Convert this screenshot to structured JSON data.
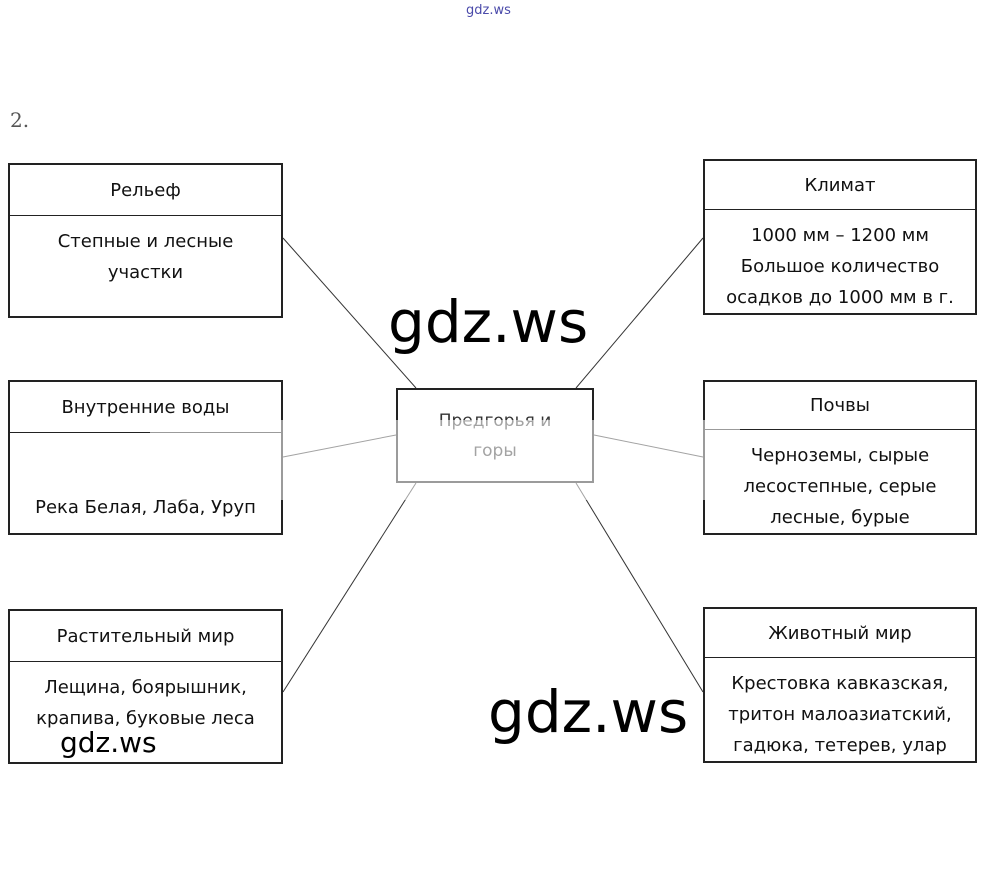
{
  "watermark_top": "gdz.ws",
  "task_number": "2.",
  "center": {
    "line1": "Предгорья и",
    "line2": "горы"
  },
  "boxes": {
    "relief": {
      "title": "Рельеф",
      "lines": [
        "Степные и лесные",
        "участки"
      ]
    },
    "climate": {
      "title": "Климат",
      "lines": [
        "1000 мм – 1200 мм",
        "Большое количество",
        "осадков до 1000 мм в г."
      ]
    },
    "waters": {
      "title": "Внутренние воды",
      "lines": [
        "Река Белая, Лаба, Уруп"
      ]
    },
    "soils": {
      "title": "Почвы",
      "lines": [
        "Черноземы, сырые",
        "лесостепные, серые",
        "лесные, бурые"
      ]
    },
    "plants": {
      "title": "Растительный мир",
      "lines": [
        "Лещина, боярышник,",
        "крапива, буковые леса"
      ]
    },
    "animals": {
      "title": "Животный мир",
      "lines": [
        "Крестовка кавказская,",
        "тритон малоазиатский,",
        "гадюка, тетерев, улар"
      ]
    }
  },
  "watermarks": {
    "big1": "gdz.ws",
    "big2": "gdz.ws",
    "small": "gdz.ws"
  }
}
